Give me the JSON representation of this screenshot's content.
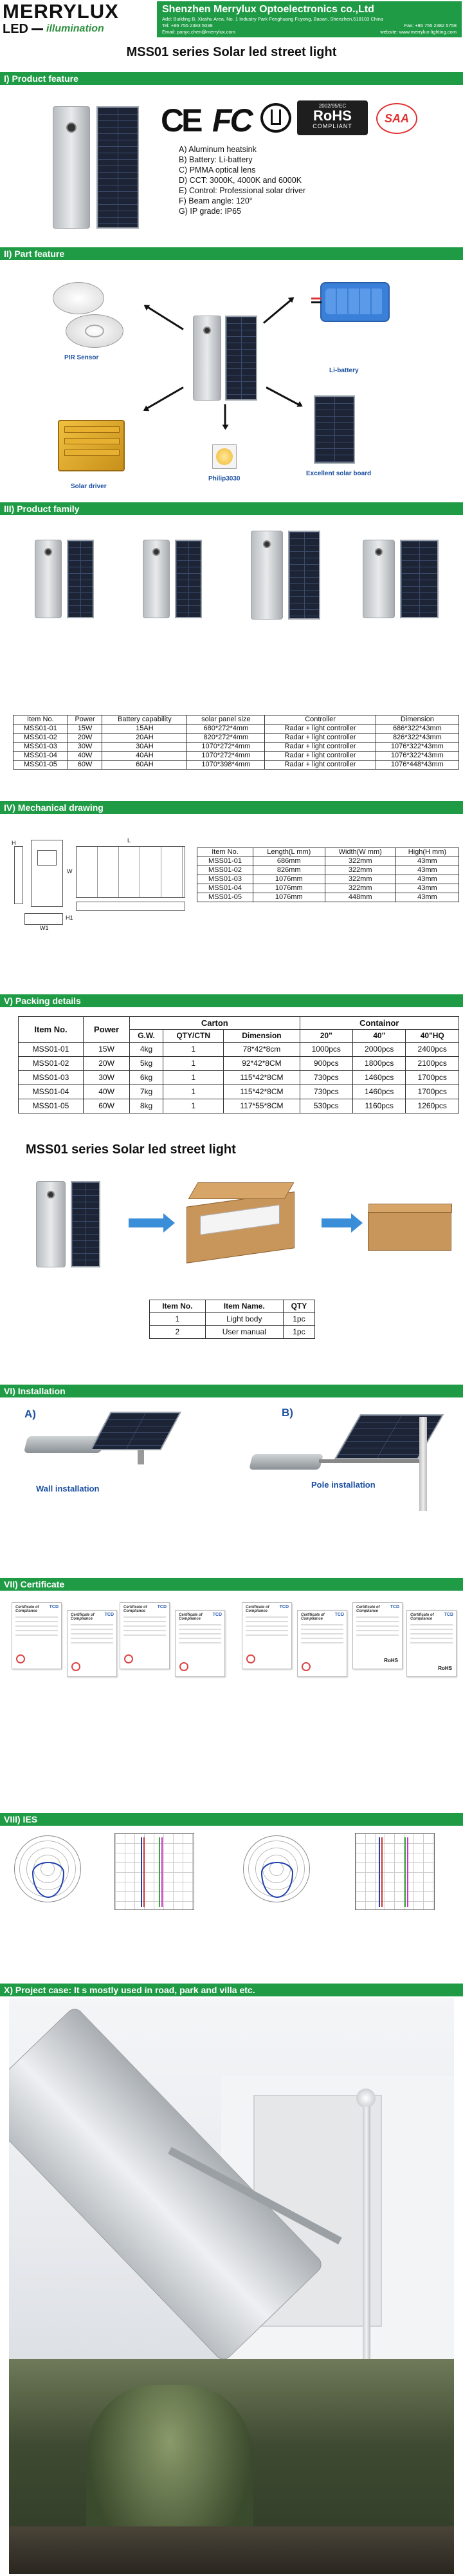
{
  "header": {
    "logo_top": "MERRYLUX",
    "logo_led": "LED",
    "logo_illum": "illumination",
    "company_name": "Shenzhen Merrylux Optoelectronics co.,Ltd",
    "addr": "Add: Building B, Xiashu Area, No. 1 Industry Park Fenghuang Fuyong, Baoan, Shenzhen,518103 China",
    "tel": "Tel: +86 755 2383 5038",
    "fax": "Fax: +86 755 2382 5758",
    "email": "Email: panyc.chen@merrylux.com",
    "website": "website: www.merrylux-lighting.com"
  },
  "main_title": "MSS01 series Solar led street light",
  "sections": {
    "s1": "I) Product feature",
    "s2": "II) Part feature",
    "s3": "III) Product family",
    "s4": "IV) Mechanical drawing",
    "s5": "V) Packing details",
    "s6": "VI) Installation",
    "s7": "VII) Certificate",
    "s8": "VIII) IES",
    "s9": "X) Project case: It s mostly used in road, park and villa  etc."
  },
  "cert_logos": {
    "ce": "CE",
    "fc": "FC",
    "rohs_top": "2002/95/EC",
    "rohs": "RoHS",
    "rohs_sub": "COMPLIANT",
    "saa": "SAA"
  },
  "features": [
    "A)  Aluminum heatsink",
    "B)  Battery: Li-battery",
    "C)  PMMA optical lens",
    "D)  CCT:  3000K, 4000K and 6000K",
    "E)  Control: Professional solar driver",
    "F)  Beam angle:  120°",
    "G)  IP grade: IP65"
  ],
  "parts": {
    "pir": "PIR Sensor",
    "battery": "Li-battery",
    "driver": "Solar driver",
    "led": "Philip3030",
    "panel": "Excellent solar board"
  },
  "family_table": {
    "headers": [
      "Item No.",
      "Power",
      "Battery capability",
      "solar panel size",
      "Controller",
      "Dimension"
    ],
    "rows": [
      [
        "MSS01-01",
        "15W",
        "15AH",
        "680*272*4mm",
        "Radar + light controller",
        "686*322*43mm"
      ],
      [
        "MSS01-02",
        "20W",
        "20AH",
        "820*272*4mm",
        "Radar + light controller",
        "826*322*43mm"
      ],
      [
        "MSS01-03",
        "30W",
        "30AH",
        "1070*272*4mm",
        "Radar + light controller",
        "1076*322*43mm"
      ],
      [
        "MSS01-04",
        "40W",
        "40AH",
        "1070*272*4mm",
        "Radar + light controller",
        "1076*322*43mm"
      ],
      [
        "MSS01-05",
        "60W",
        "60AH",
        "1070*398*4mm",
        "Radar + light controller",
        "1076*448*43mm"
      ]
    ]
  },
  "drawing_labels": {
    "l": "L",
    "w": "W",
    "h": "H",
    "w1": "W1",
    "h1": "H1"
  },
  "mech_table": {
    "headers": [
      "Item No.",
      "Length(L mm)",
      "Width(W mm)",
      "High(H mm)"
    ],
    "rows": [
      [
        "MSS01-01",
        "686mm",
        "322mm",
        "43mm"
      ],
      [
        "MSS01-02",
        "826mm",
        "322mm",
        "43mm"
      ],
      [
        "MSS01-03",
        "1076mm",
        "322mm",
        "43mm"
      ],
      [
        "MSS01-04",
        "1076mm",
        "322mm",
        "43mm"
      ],
      [
        "MSS01-05",
        "1076mm",
        "448mm",
        "43mm"
      ]
    ]
  },
  "packing_table": {
    "h_item": "Item No.",
    "h_power": "Power",
    "h_carton": "Carton",
    "h_container": "Containor",
    "sub": [
      "G.W.",
      "QTY/CTN",
      "Dimension",
      "20\"",
      "40\"",
      "40\"HQ"
    ],
    "rows": [
      [
        "MSS01-01",
        "15W",
        "4kg",
        "1",
        "78*42*8cm",
        "1000pcs",
        "2000pcs",
        "2400pcs"
      ],
      [
        "MSS01-02",
        "20W",
        "5kg",
        "1",
        "92*42*8CM",
        "900pcs",
        "1800pcs",
        "2100pcs"
      ],
      [
        "MSS01-03",
        "30W",
        "6kg",
        "1",
        "115*42*8CM",
        "730pcs",
        "1460pcs",
        "1700pcs"
      ],
      [
        "MSS01-04",
        "40W",
        "7kg",
        "1",
        "115*42*8CM",
        "730pcs",
        "1460pcs",
        "1700pcs"
      ],
      [
        "MSS01-05",
        "60W",
        "8kg",
        "1",
        "117*55*8CM",
        "530pcs",
        "1160pcs",
        "1260pcs"
      ]
    ]
  },
  "packing_title": "MSS01 series Solar led street light",
  "package_table": {
    "headers": [
      "Item No.",
      "Item Name.",
      "QTY"
    ],
    "rows": [
      [
        "1",
        "Light body",
        "1pc"
      ],
      [
        "2",
        "User manual",
        "1pc"
      ]
    ]
  },
  "installation": {
    "a": "A)",
    "b": "B)",
    "wall": "Wall installation",
    "pole": "Pole installation"
  },
  "certificates": {
    "title": "Certificate of Compliance",
    "tcd": "TCD",
    "rohs": "RoHS"
  },
  "colors": {
    "green": "#1f9b45",
    "blue_label": "#1b4fa0"
  }
}
